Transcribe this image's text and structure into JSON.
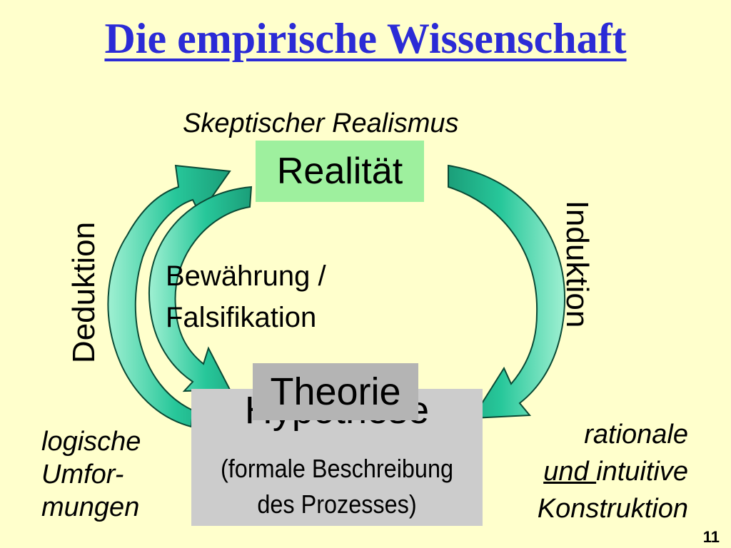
{
  "title": "Die empirische Wissenschaft",
  "subtitle": "Skeptischer Realismus",
  "nodes": {
    "realitaet": "Realität",
    "hypothese": "Hypothese",
    "hypothese_desc_line1": "(formale Beschreibung",
    "hypothese_desc_line2": "des Prozesses)",
    "theorie": "Theorie"
  },
  "edges": {
    "deduktion": "Deduktion",
    "induktion": "Induktion",
    "bewaehrung_line1": "Bewährung /",
    "bewaehrung_line2": "Falsifikation"
  },
  "notes": {
    "logische_line1": "logische",
    "logische_line2": "Umfor-",
    "logische_line3": "mungen",
    "rationale_line1": "rationale",
    "rationale_line2_underlined": "und ",
    "rationale_line2_rest": "intuitive",
    "rationale_line3": "Konstruktion"
  },
  "page_number": "11",
  "colors": {
    "background": "#ffffcc",
    "title": "#2b2bd6",
    "realitaet_box": "#9ef09e",
    "hypothese_box": "#cccccc",
    "theorie_box": "#b4b4b4",
    "arrow_fill": "#27c79a",
    "arrow_light": "#9ff0d2",
    "arrow_stroke": "#0a4a35"
  }
}
